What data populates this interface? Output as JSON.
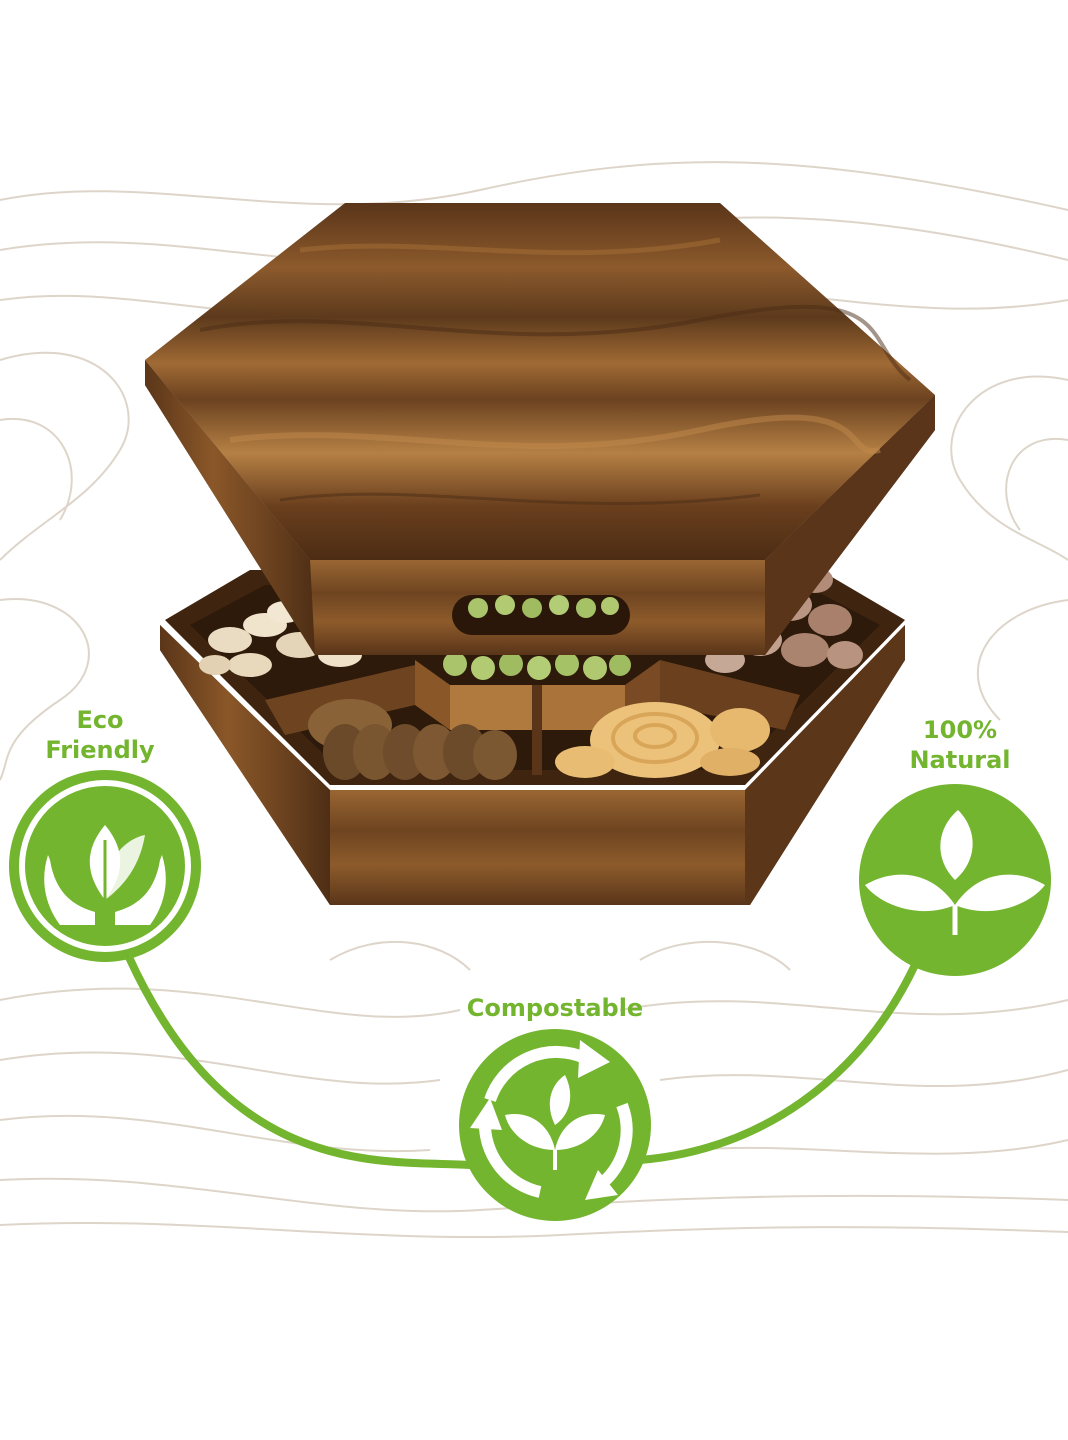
{
  "colors": {
    "accent_green": "#73b52e",
    "wood_dark": "#4a2b15",
    "wood_mid": "#7a4a24",
    "wood_light": "#b07a3f",
    "contour_line": "#ddd5c9"
  },
  "badges": {
    "eco": {
      "line1": "Eco",
      "line2": "Friendly",
      "icon": "hands-leaf-icon"
    },
    "natural": {
      "line1": "100%",
      "line2": "Natural",
      "icon": "leaves-icon"
    },
    "compost": {
      "label": "Compostable",
      "icon": "recycle-leaf-icon"
    }
  }
}
